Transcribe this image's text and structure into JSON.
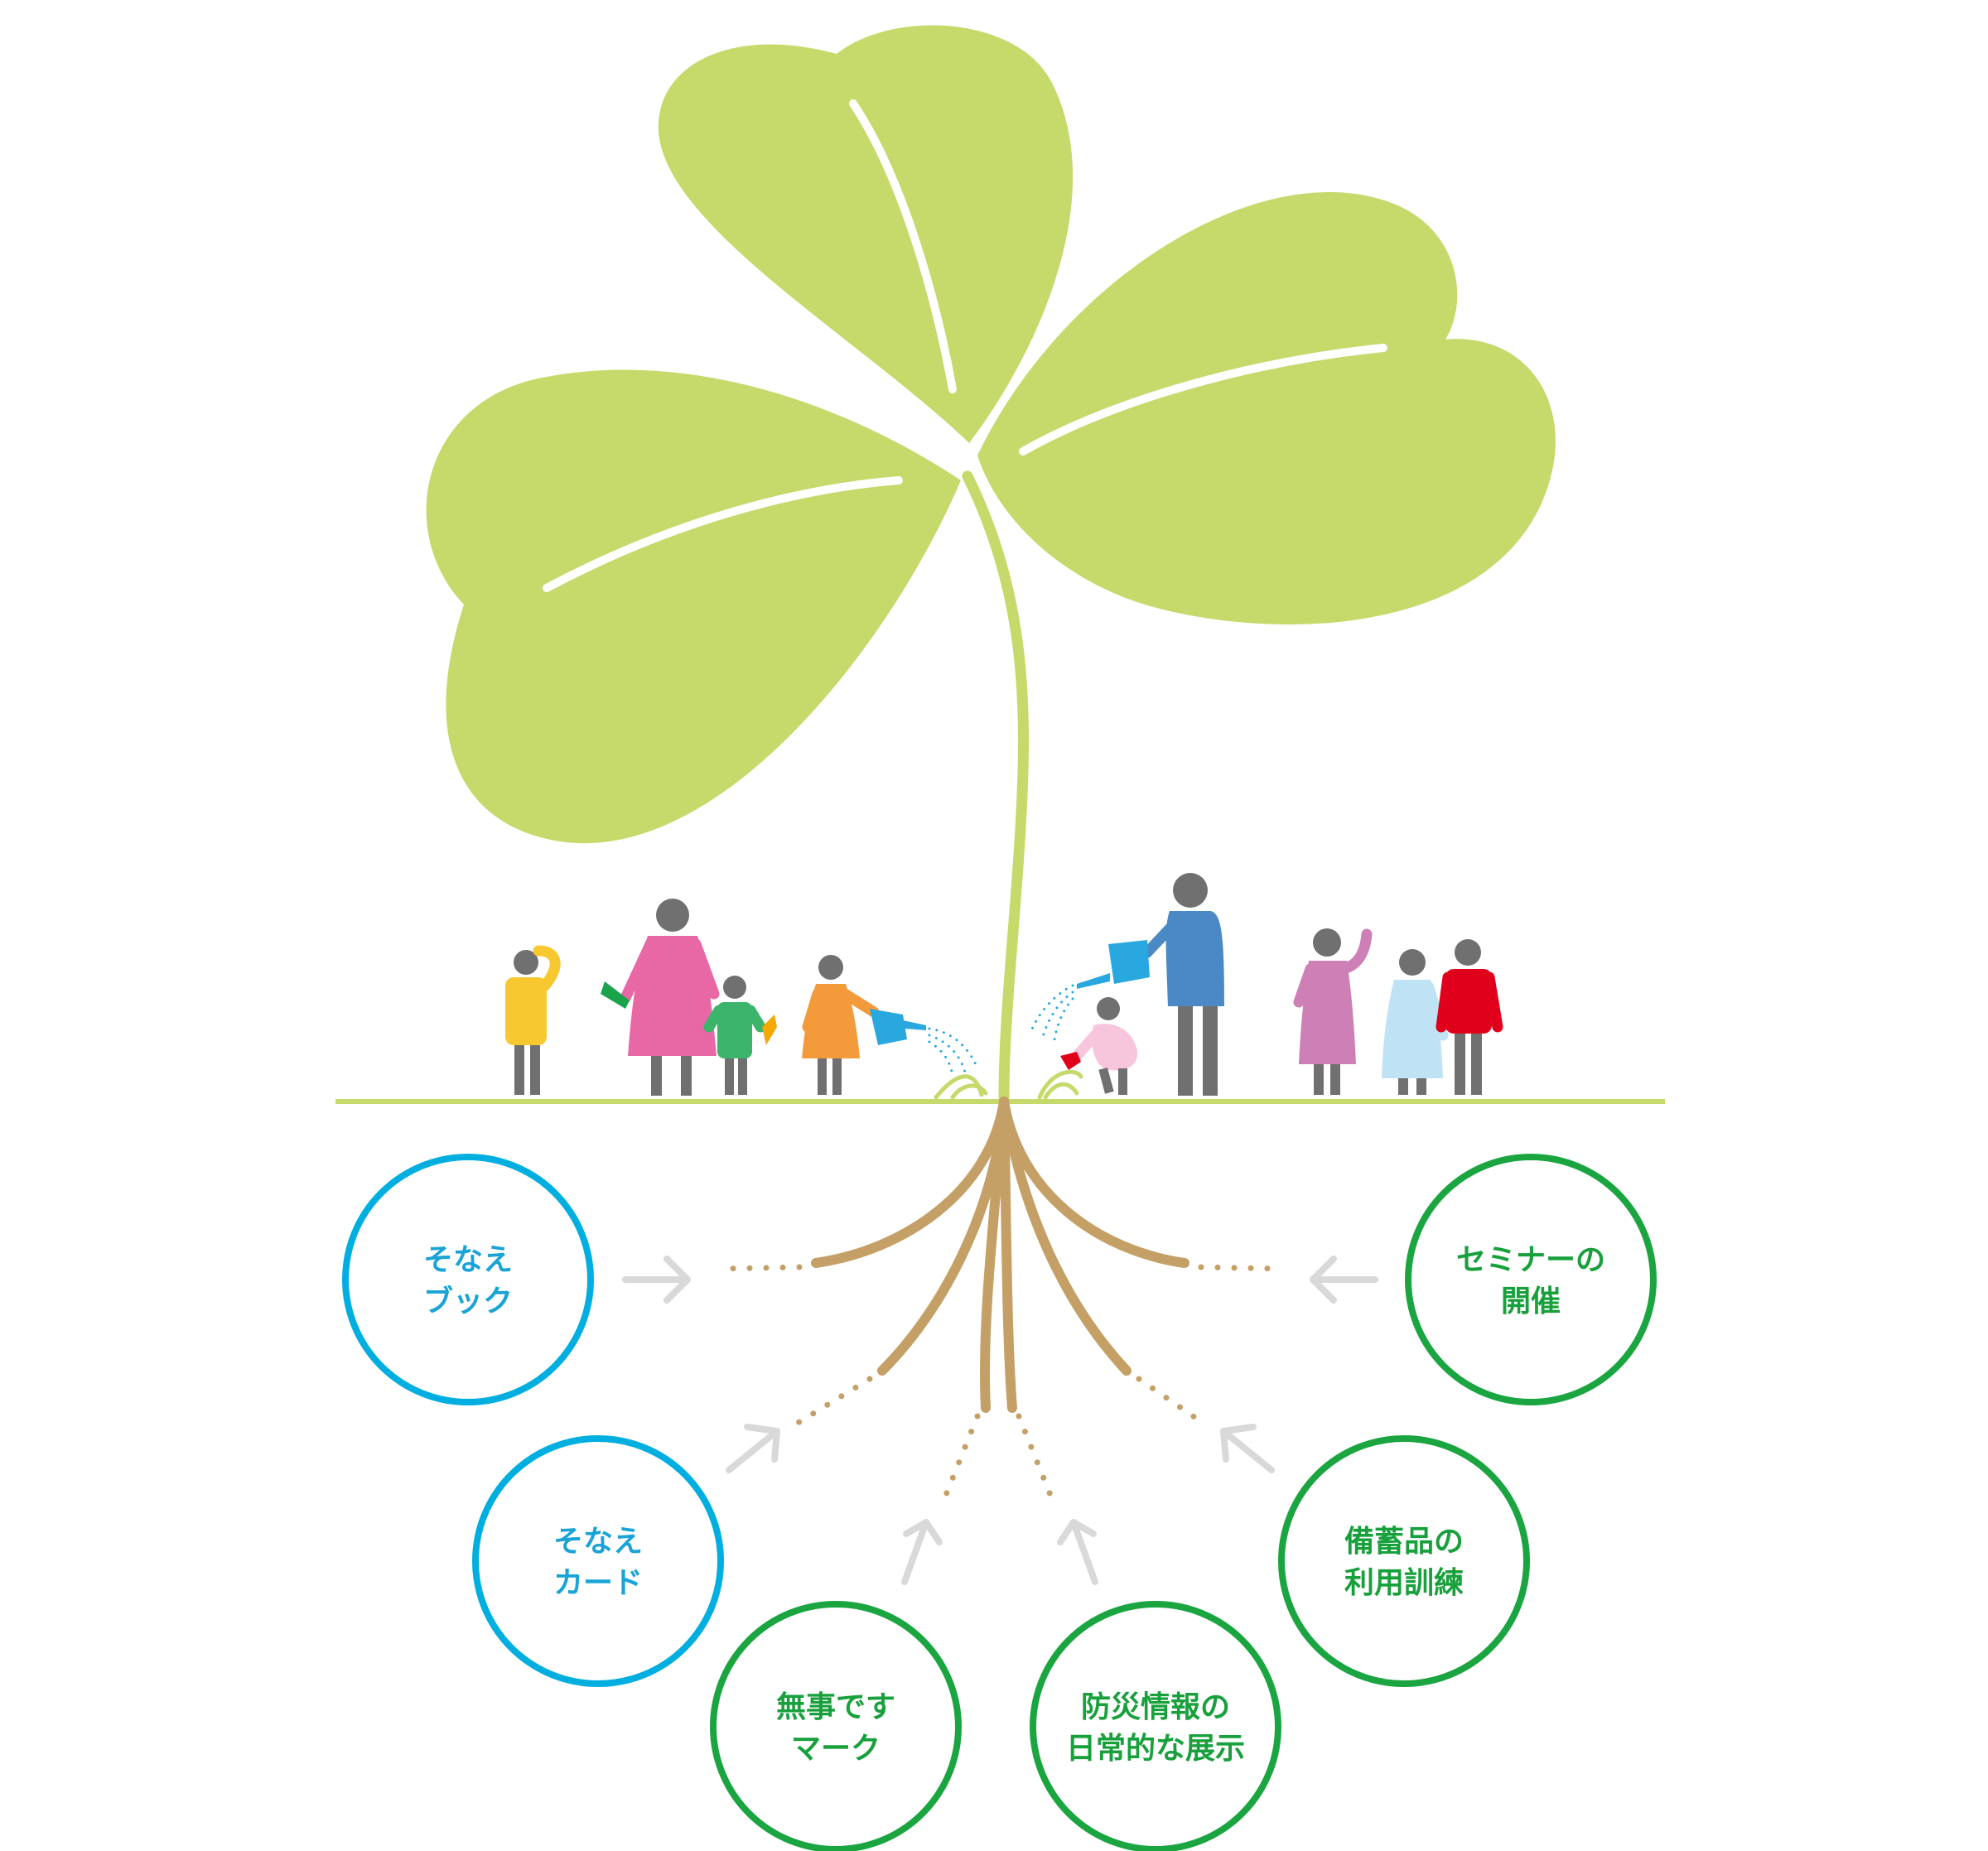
{
  "colors": {
    "leaf": "#c5da6b",
    "leaf_vein": "#ffffff",
    "stem": "#c5da6b",
    "ground": "#c5da6b",
    "root": "#c4a066",
    "arrow": "#d9d9d9",
    "blue_circle": "#00aee0",
    "blue_text": "#1aa3d6",
    "green_circle": "#1ba541",
    "green_text": "#18a03c",
    "person_gray": "#707070"
  },
  "circles": [
    {
      "id": "sonae-book",
      "lines": [
        "そなえ",
        "ブック"
      ],
      "theme": "blue"
    },
    {
      "id": "sonae-card",
      "lines": [
        "そなえ",
        "カード"
      ],
      "theme": "blue"
    },
    {
      "id": "buji-mark",
      "lines": [
        "無事です",
        "マーク"
      ],
      "theme": "green"
    },
    {
      "id": "bousai-info",
      "lines": [
        "防災情報の",
        "日常的な展示"
      ],
      "theme": "green"
    },
    {
      "id": "bichiku-training",
      "lines": [
        "備蓄品の",
        "利用訓練"
      ],
      "theme": "green"
    },
    {
      "id": "seminar",
      "lines": [
        "セミナーの",
        "開催"
      ],
      "theme": "green"
    }
  ],
  "people": [
    {
      "id": "child-yellow",
      "shirt": "#f7c830"
    },
    {
      "id": "woman-pink",
      "shirt": "#e868a6"
    },
    {
      "id": "child-green",
      "shirt": "#3cb46b"
    },
    {
      "id": "child-orange",
      "shirt": "#f39a3a"
    },
    {
      "id": "kid-light-pink",
      "shirt": "#f7c6dc"
    },
    {
      "id": "man-blue",
      "shirt": "#4a89c6"
    },
    {
      "id": "woman-mauve",
      "shirt": "#cd7fb6"
    },
    {
      "id": "person-light-blue",
      "shirt": "#bfe3f5"
    },
    {
      "id": "person-red",
      "shirt": "#e0001b"
    }
  ],
  "props": {
    "watering_can": "#29a8e0",
    "shovel_green": "#1aa34a",
    "shovel_yellow": "#f5a800",
    "shovel_red": "#e0001b"
  }
}
